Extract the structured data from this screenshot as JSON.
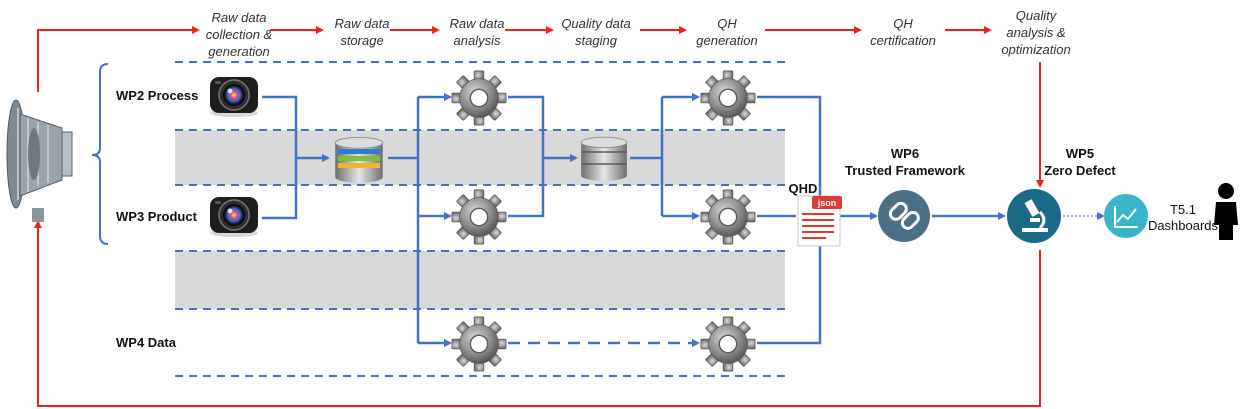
{
  "stages": [
    {
      "lines": [
        "Raw data",
        "collection &",
        "generation"
      ]
    },
    {
      "lines": [
        "Raw data",
        "storage"
      ]
    },
    {
      "lines": [
        "Raw data",
        "analysis"
      ]
    },
    {
      "lines": [
        "Quality data",
        "staging"
      ]
    },
    {
      "lines": [
        "QH",
        "generation"
      ]
    },
    {
      "lines": [
        "QH",
        "certification"
      ]
    },
    {
      "lines": [
        "Quality",
        "analysis &",
        "optimization"
      ]
    }
  ],
  "rows": {
    "wp2": "WP2 Process",
    "wp3": "WP3 Product",
    "wp4": "WP4 Data"
  },
  "artifact": {
    "title": "QHD",
    "format": "json"
  },
  "wp6": {
    "line1": "WP6",
    "line2": "Trusted Framework"
  },
  "wp5": {
    "line1": "WP5",
    "line2": "Zero Defect"
  },
  "dashboard": {
    "line1": "T5.1",
    "line2": "Dashboards"
  },
  "colors": {
    "red_flow": "#e8221d",
    "blue_flow": "#4472c4",
    "band_gray": "#d9d9d9",
    "teal_icon": "#1b6a87",
    "dash_icon": "#3bb6c8",
    "chain_icon": "#4a6e84"
  },
  "icons": [
    "engine-icon",
    "camera-icon",
    "database-icon",
    "gear-icon",
    "json-file-icon",
    "chain-link-icon",
    "microscope-icon",
    "line-chart-icon",
    "person-icon"
  ]
}
